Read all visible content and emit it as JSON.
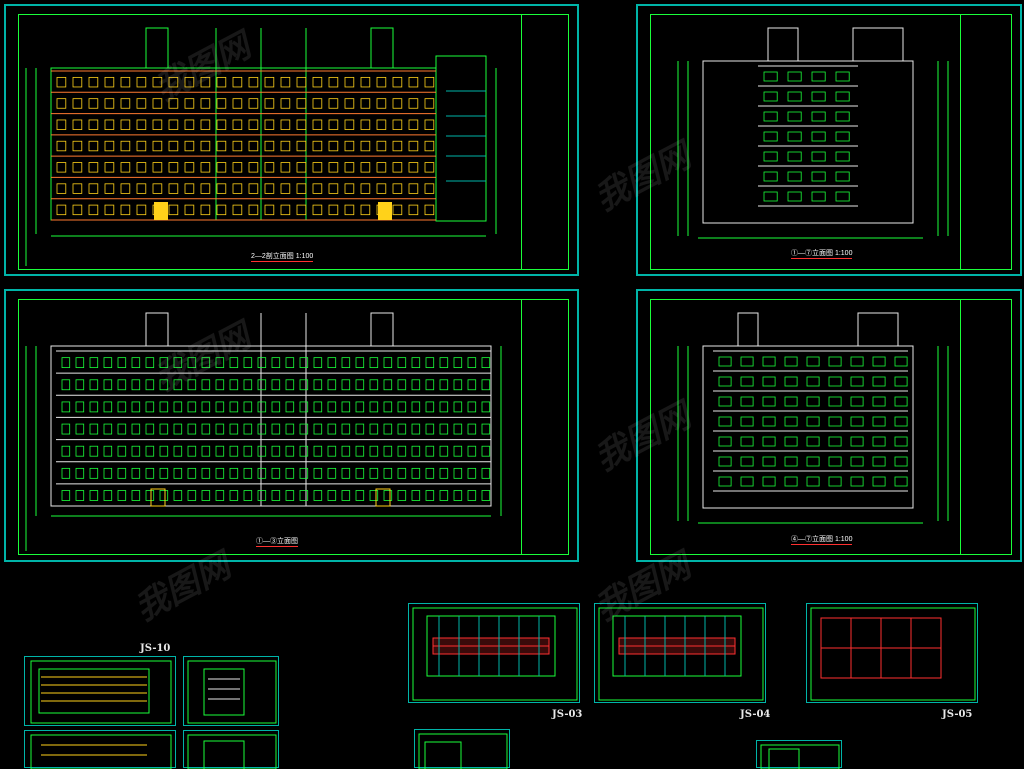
{
  "sheets": {
    "s1": {
      "caption": "2—2剖立面图 1:100"
    },
    "s2": {
      "caption": "①—⑦立面图 1:100"
    },
    "s3": {
      "caption": "①—③立面图"
    },
    "s4": {
      "caption": "④—⑦立面图 1:100"
    }
  },
  "thumb_labels": {
    "js10": "JS-10",
    "js03": "JS-03",
    "js04": "JS-04",
    "js05": "JS-05"
  },
  "watermark": {
    "text": "我图网"
  },
  "colors": {
    "frame": "#00b4a8",
    "line": "#1aff3a",
    "window": "#ffd21a",
    "accent": "#ff3030",
    "white": "#ffffff"
  }
}
